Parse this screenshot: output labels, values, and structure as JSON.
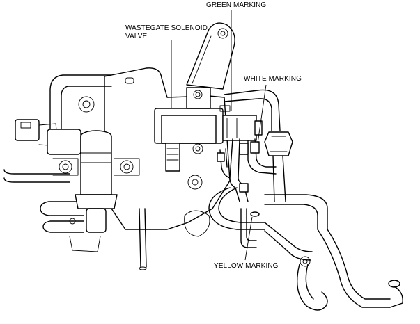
{
  "callouts": {
    "green_marking": "GREEN MARKING",
    "wastegate_line1": "WASTEGATE SOLENOID",
    "wastegate_line2": "VALVE",
    "white_marking": "WHITE MARKING",
    "yellow_marking": "YELLOW MARKING"
  },
  "colors": {
    "line": "#000000",
    "background": "#ffffff"
  }
}
